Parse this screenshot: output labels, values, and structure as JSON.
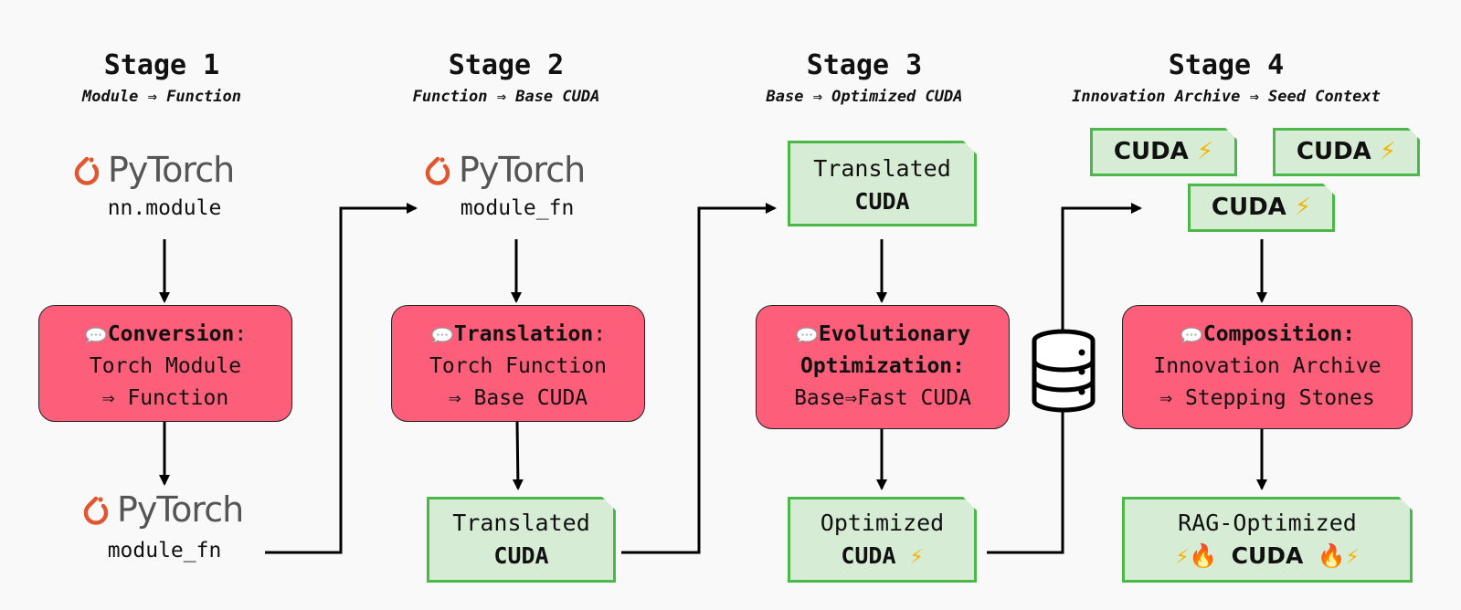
{
  "stages": [
    {
      "title": "Stage 1",
      "subtitle": "Module ⇒ Function"
    },
    {
      "title": "Stage 2",
      "subtitle": "Function ⇒ Base CUDA"
    },
    {
      "title": "Stage 3",
      "subtitle": "Base ⇒ Optimized CUDA"
    },
    {
      "title": "Stage 4",
      "subtitle": "Innovation Archive ⇒ Seed Context"
    }
  ],
  "logo_text": "PyTorch",
  "stage1": {
    "input_code": "nn.module",
    "process_bold": "Conversion",
    "process_colon": ":",
    "process_line2": "Torch Module",
    "process_line3": "⇒ Function",
    "output_code": "module_fn"
  },
  "stage2": {
    "input_code": "module_fn",
    "process_bold": "Translation",
    "process_colon": ":",
    "process_line2": "Torch Function",
    "process_line3": "⇒ Base CUDA",
    "output_line1": "Translated",
    "output_line2": "CUDA"
  },
  "stage3": {
    "input_line1": "Translated",
    "input_line2": "CUDA",
    "process_bold1": "Evolutionary",
    "process_bold2": "Optimization:",
    "process_line3": "Base⇒Fast CUDA",
    "output_line1": "Optimized",
    "output_line2": "CUDA"
  },
  "stage4": {
    "chip_label": "CUDA",
    "process_bold": "Composition:",
    "process_line2": "Innovation Archive",
    "process_line3": "⇒ Stepping Stones",
    "output_line1": "RAG-Optimized",
    "output_line2": "CUDA"
  },
  "icons": {
    "bolt": "⚡",
    "fire": "🔥",
    "speech": "speech-bubble-icon",
    "database": "database-icon",
    "pytorch": "pytorch-logo-icon"
  },
  "colors": {
    "process_fill": "#fd5e79",
    "artifact_fill": "#d7ecd4",
    "artifact_border": "#4db84a",
    "pytorch_orange": "#e0572f"
  }
}
